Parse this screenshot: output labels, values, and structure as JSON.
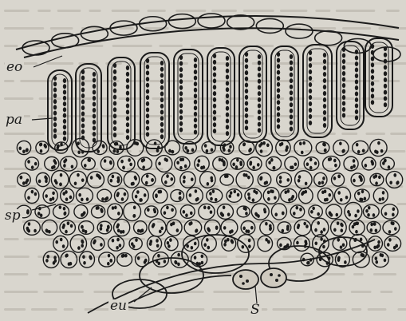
{
  "figure": {
    "labels": {
      "eo": "eo",
      "pa": "pa",
      "sp": "sp",
      "eu": "eu",
      "s": "S"
    },
    "colors": {
      "paper": "#d9d6ce",
      "ink": "#1b1b1b",
      "show_through": "#a7a399"
    }
  }
}
